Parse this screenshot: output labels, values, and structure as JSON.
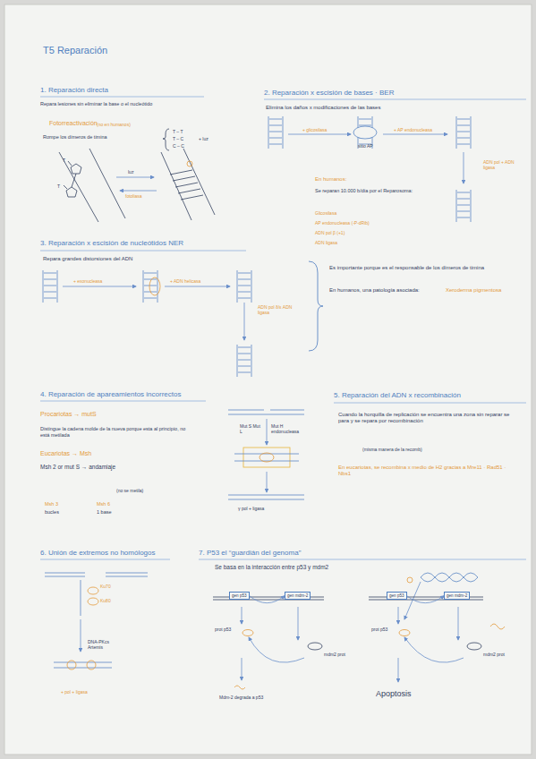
{
  "diagram": {
    "title": "T5 Reparación",
    "nodes": [
      {
        "text": [
          "gen p53"
        ]
      },
      {
        "text": [
          "gen mdm-2"
        ]
      },
      {
        "text": [
          "gen p53"
        ]
      },
      {
        "text": [
          "gen mdm-2"
        ]
      }
    ],
    "edges": [
      {
        "from": 0,
        "to": 1,
        "arrow": "to"
      },
      {
        "from": 2,
        "to": 3,
        "arrow": "to"
      }
    ],
    "labels": [
      "1. Reparación directa",
      "Repara lesiones sin eliminar la base o el nucleótido",
      "Fotorreactivación",
      "(no en humanos)",
      "Rompe los dímeros de timina",
      "T – T",
      "T – C",
      "C – C",
      "+ luz",
      "T",
      "T",
      "luz",
      "fotoliasa",
      "2. Reparación x escisión de bases · BER",
      "Elimina los daños x modificaciones de las bases",
      "+ glicosilasa",
      "sitio AP",
      "+ AP endonucleasa",
      "ADN pol + ADN ligasa",
      "En humanos:",
      "Se reparan 10.000 b/día por el Reparosoma:",
      "Glicosilasa",
      "AP endonucleasa (-P-dRib)",
      "ADN pol β (+1)",
      "ADN ligasa",
      "3. Reparación x escisión de nucleótidos NER",
      "Repara grandes distorsiones del ADN",
      "+ exonucleasa",
      "+ ADN helicasa",
      "ADN pol δ/ε ADN ligasa",
      "Es importante porque es el responsable de los dímeros de timina",
      "En humanos, una patología asociada:",
      "Xeroderma pigmentosa",
      "4. Reparación de apareamientos incorrectos",
      "Procariotas → mutS",
      "Distingue la cadena molde de la nueva porque esta al principio, no está metilada",
      "Eucariotas → Msh",
      "Msh 2 or mut S → andamiaje",
      "(no se metila)",
      "Msh 3",
      "bucles",
      "Msh 6",
      "1 base",
      "Mut S Mut L",
      "Mut H endonucleasa",
      "γ pol + ligasa",
      "5. Reparación del ADN x recombinación",
      "Cuando la horquilla de replicación se encuentra una zona sin reparar se para y se repara por recombinación",
      "(misma manera de la recomb)",
      "En eucariotas, se recombina x medio de H2 gracias a Mre11 · Rad51 · Nbs1",
      "6. Unión de extremos no homólogos",
      "Ku70",
      "Ku80",
      "DNA-PKcs Artemis",
      "+ pol + ligasa",
      "7. P53 el “guardián del genoma”",
      "Se basa en la interacción entre p53 y mdm2",
      "prot p53",
      "mdm2 prot",
      "Mdm-2 degrada a p53",
      "prot p53",
      "mdm2 prot",
      "Apoptosis"
    ]
  }
}
